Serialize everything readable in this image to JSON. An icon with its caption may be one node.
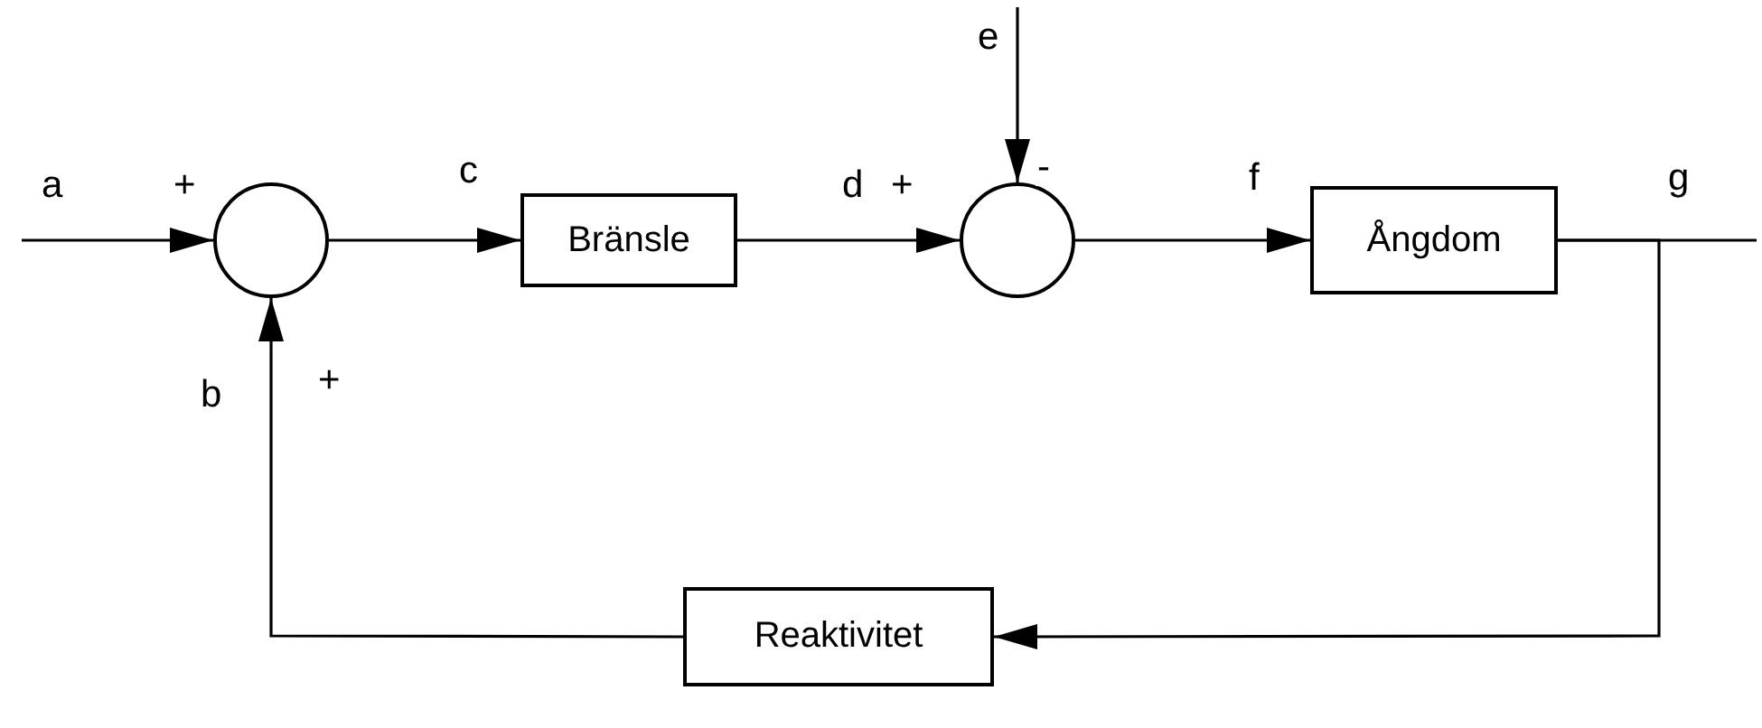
{
  "diagram": {
    "nodes": [
      {
        "text": [],
        "shape": "circle"
      },
      {
        "text": [
          "Bränsle"
        ]
      },
      {
        "text": [],
        "shape": "circle"
      },
      {
        "text": [
          "Ångdom"
        ]
      },
      {
        "text": [
          "Reaktivitet"
        ]
      }
    ],
    "edges": [
      {
        "from": null,
        "to": 0,
        "arrow": "to",
        "label": "a"
      },
      {
        "from": 0,
        "to": 1,
        "arrow": "to",
        "label": "c"
      },
      {
        "from": 1,
        "to": 2,
        "arrow": "to",
        "label": "d"
      },
      {
        "from": null,
        "to": 2,
        "arrow": "to",
        "label": "e"
      },
      {
        "from": 2,
        "to": 3,
        "arrow": "to",
        "label": "f"
      },
      {
        "from": 3,
        "to": null,
        "arrow": "none",
        "label": "g"
      },
      {
        "from": 3,
        "to": 4,
        "arrow": "to"
      },
      {
        "from": 4,
        "to": 0,
        "arrow": "to",
        "label": "b"
      }
    ],
    "labels": [
      "+",
      "+",
      "-",
      "+"
    ]
  }
}
